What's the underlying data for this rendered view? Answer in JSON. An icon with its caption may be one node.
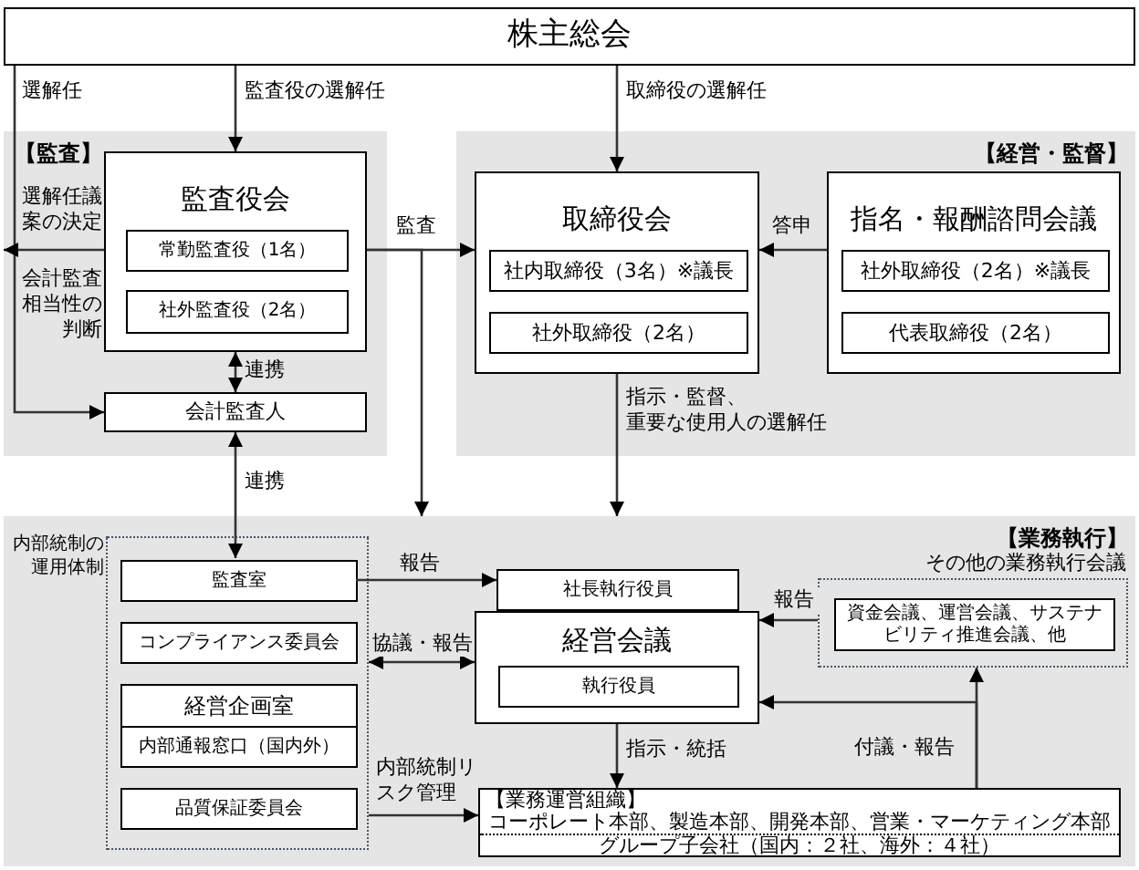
{
  "diagram": {
    "nodes": [
      {
        "text": [
          "株主総会"
        ]
      },
      {
        "text": [
          "【監査】"
        ]
      },
      {
        "text": [
          "監査役会"
        ],
        "in": 1
      },
      {
        "text": [
          "常勤監査役（1名）"
        ],
        "in": 2
      },
      {
        "text": [
          "社外監査役（2名）"
        ],
        "in": 2
      },
      {
        "text": [
          "会計監査人"
        ],
        "in": 1
      },
      {
        "text": [
          "【経営・監督】"
        ]
      },
      {
        "text": [
          "取締役会"
        ],
        "in": 6
      },
      {
        "text": [
          "社内取締役（3名）※議長"
        ],
        "in": 7
      },
      {
        "text": [
          "社外取締役（2名）"
        ],
        "in": 7
      },
      {
        "text": [
          "指名・報酬諮問会議"
        ],
        "in": 6
      },
      {
        "text": [
          "社外取締役（2名）※議長"
        ],
        "in": 10
      },
      {
        "text": [
          "代表取締役（2名）"
        ],
        "in": 10
      },
      {
        "text": [
          "【業務執行】"
        ]
      },
      {
        "text": [
          "内部統制の運用体制"
        ],
        "in": 13
      },
      {
        "text": [
          "監査室"
        ],
        "in": 14
      },
      {
        "text": [
          "コンプライアンス委員会"
        ],
        "in": 14
      },
      {
        "text": [
          "経営企画室",
          "内部通報窓口（国内外）"
        ],
        "in": 14
      },
      {
        "text": [
          "品質保証委員会"
        ],
        "in": 14
      },
      {
        "text": [
          "社長執行役員"
        ],
        "in": 13
      },
      {
        "text": [
          "経営会議"
        ],
        "in": 13
      },
      {
        "text": [
          "執行役員"
        ],
        "in": 20
      },
      {
        "text": [
          "その他の業務執行会議"
        ],
        "in": 13
      },
      {
        "text": [
          "資金会議、運営会議、サステナビリティ推進会議、他"
        ],
        "in": 22
      },
      {
        "text": [
          "【業務運営組織】",
          "コーポレート本部、製造本部、開発本部、営業・マーケティング本部",
          "グループ子会社（国内：２社、海外：４社）"
        ],
        "in": 13
      }
    ],
    "edges": [
      {
        "from": 0,
        "to": 2,
        "arrow": "to",
        "label": "監査役の選解任"
      },
      {
        "from": 0,
        "to": 5,
        "arrow": "to",
        "label": "選解任"
      },
      {
        "from": 0,
        "to": 7,
        "arrow": "to",
        "label": "取締役の選解任"
      },
      {
        "from": 2,
        "to": 5,
        "arrow": "both",
        "label": "連携"
      },
      {
        "from": 2,
        "to": 1,
        "arrow": "to",
        "label": "選解任議案の決定"
      },
      {
        "from": 2,
        "to": 7,
        "arrow": "to",
        "label": "監査"
      },
      {
        "from": 2,
        "to": 13,
        "arrow": "to"
      },
      {
        "from": 10,
        "to": 7,
        "arrow": "to",
        "label": "答申"
      },
      {
        "from": 7,
        "to": 13,
        "arrow": "to",
        "label": "指示・監督、重要な使用人の選解任"
      },
      {
        "from": 5,
        "to": 15,
        "arrow": "both",
        "label": "連携"
      },
      {
        "from": 15,
        "to": 19,
        "arrow": "to",
        "label": "報告"
      },
      {
        "from": 14,
        "to": 20,
        "arrow": "both",
        "label": "協議・報告"
      },
      {
        "from": 14,
        "to": 24,
        "arrow": "to",
        "label": "内部統制リスク管理"
      },
      {
        "from": 22,
        "to": 20,
        "arrow": "to",
        "label": "報告"
      },
      {
        "from": 24,
        "to": 20,
        "arrow": "to",
        "label": "付議・報告"
      },
      {
        "from": 24,
        "to": 22,
        "arrow": "to"
      },
      {
        "from": 20,
        "to": 24,
        "arrow": "to",
        "label": "指示・統括"
      }
    ],
    "labels": [
      "会計監査相当性の判断"
    ]
  }
}
